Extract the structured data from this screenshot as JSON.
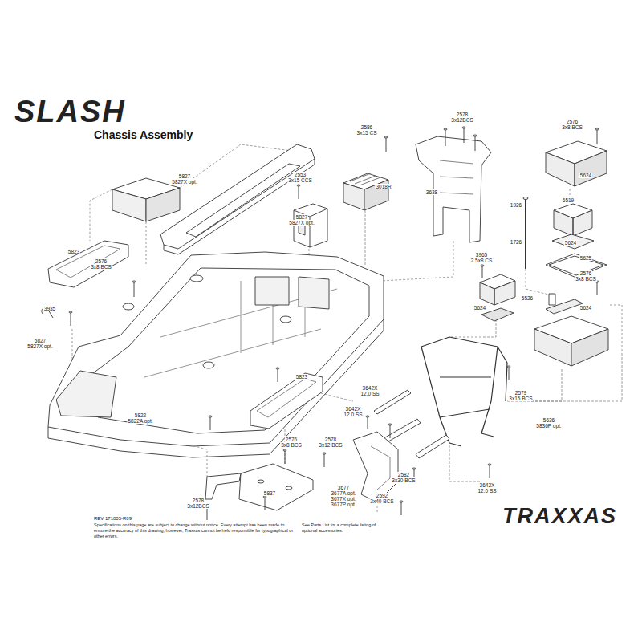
{
  "diagram": {
    "title": "Chassis Assembly",
    "labels": [
      "SLASH",
      "2586",
      "3x15 CS",
      "2578",
      "3x12BCS",
      "2576",
      "3x8 BCS",
      "5827",
      "5827X opt.",
      "2553",
      "3x15 CCS",
      "3018R",
      "5624",
      "3638",
      "1926",
      "6519",
      "5827",
      "5827X opt.",
      "5624",
      "1726",
      "5823",
      "3965",
      "2.5x8 CS",
      "5625",
      "2576",
      "3x8 BCS",
      "2576",
      "3x8 BCS",
      "5526",
      "5624",
      "5624",
      "3935",
      "5827",
      "5827X opt.",
      "5823",
      "3642X",
      "12.0 SS",
      "2579",
      "3x15 BCS",
      "3642X",
      "12.0 SS",
      "5822",
      "5822A opt.",
      "5636",
      "5836P opt.",
      "2576",
      "3x8 BCS",
      "2578",
      "3x12 BCS",
      "2582",
      "3x30 BCS",
      "3642X",
      "12.0 SS",
      "3677",
      "3677A opt.",
      "3677X opt.",
      "3677P opt.",
      "5837",
      "2592",
      "3x40 BCS",
      "2578",
      "3x12BCS",
      "REV 171005-R09",
      "Specifications on this page are subject to change without notice. Every attempt has been made to ensure the accuracy of this drawing; however, Traxxas cannot be held responsible for typographical or other errors.",
      "See Parts List for a complete listing of optional accessories.",
      "TRAXXAS"
    ]
  }
}
